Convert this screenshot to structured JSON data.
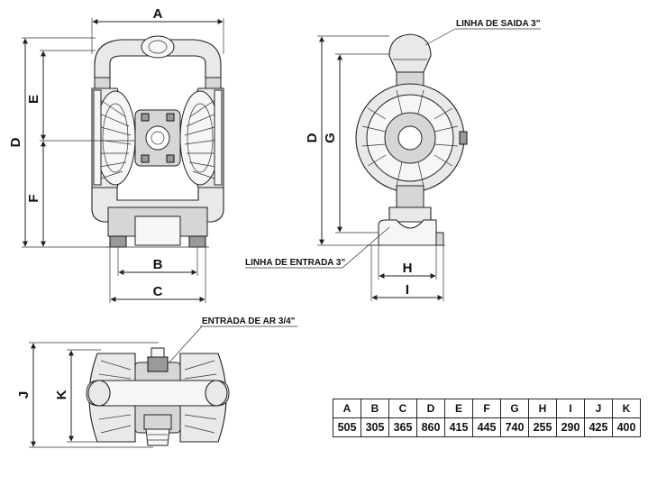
{
  "labels": {
    "outlet": "LINHA DE SAIDA 3\"",
    "inlet": "LINHA DE ENTRADA 3\"",
    "air_inlet": "ENTRADA DE AR 3/4\""
  },
  "dimensions": {
    "A": "A",
    "B": "B",
    "C": "C",
    "D": "D",
    "E": "E",
    "F": "F",
    "G": "G",
    "H": "H",
    "I": "I",
    "J": "J",
    "K": "K"
  },
  "table": {
    "headers": [
      "A",
      "B",
      "C",
      "D",
      "E",
      "F",
      "G",
      "H",
      "I",
      "J",
      "K"
    ],
    "values": [
      "505",
      "305",
      "365",
      "860",
      "415",
      "445",
      "740",
      "255",
      "290",
      "425",
      "400"
    ]
  }
}
